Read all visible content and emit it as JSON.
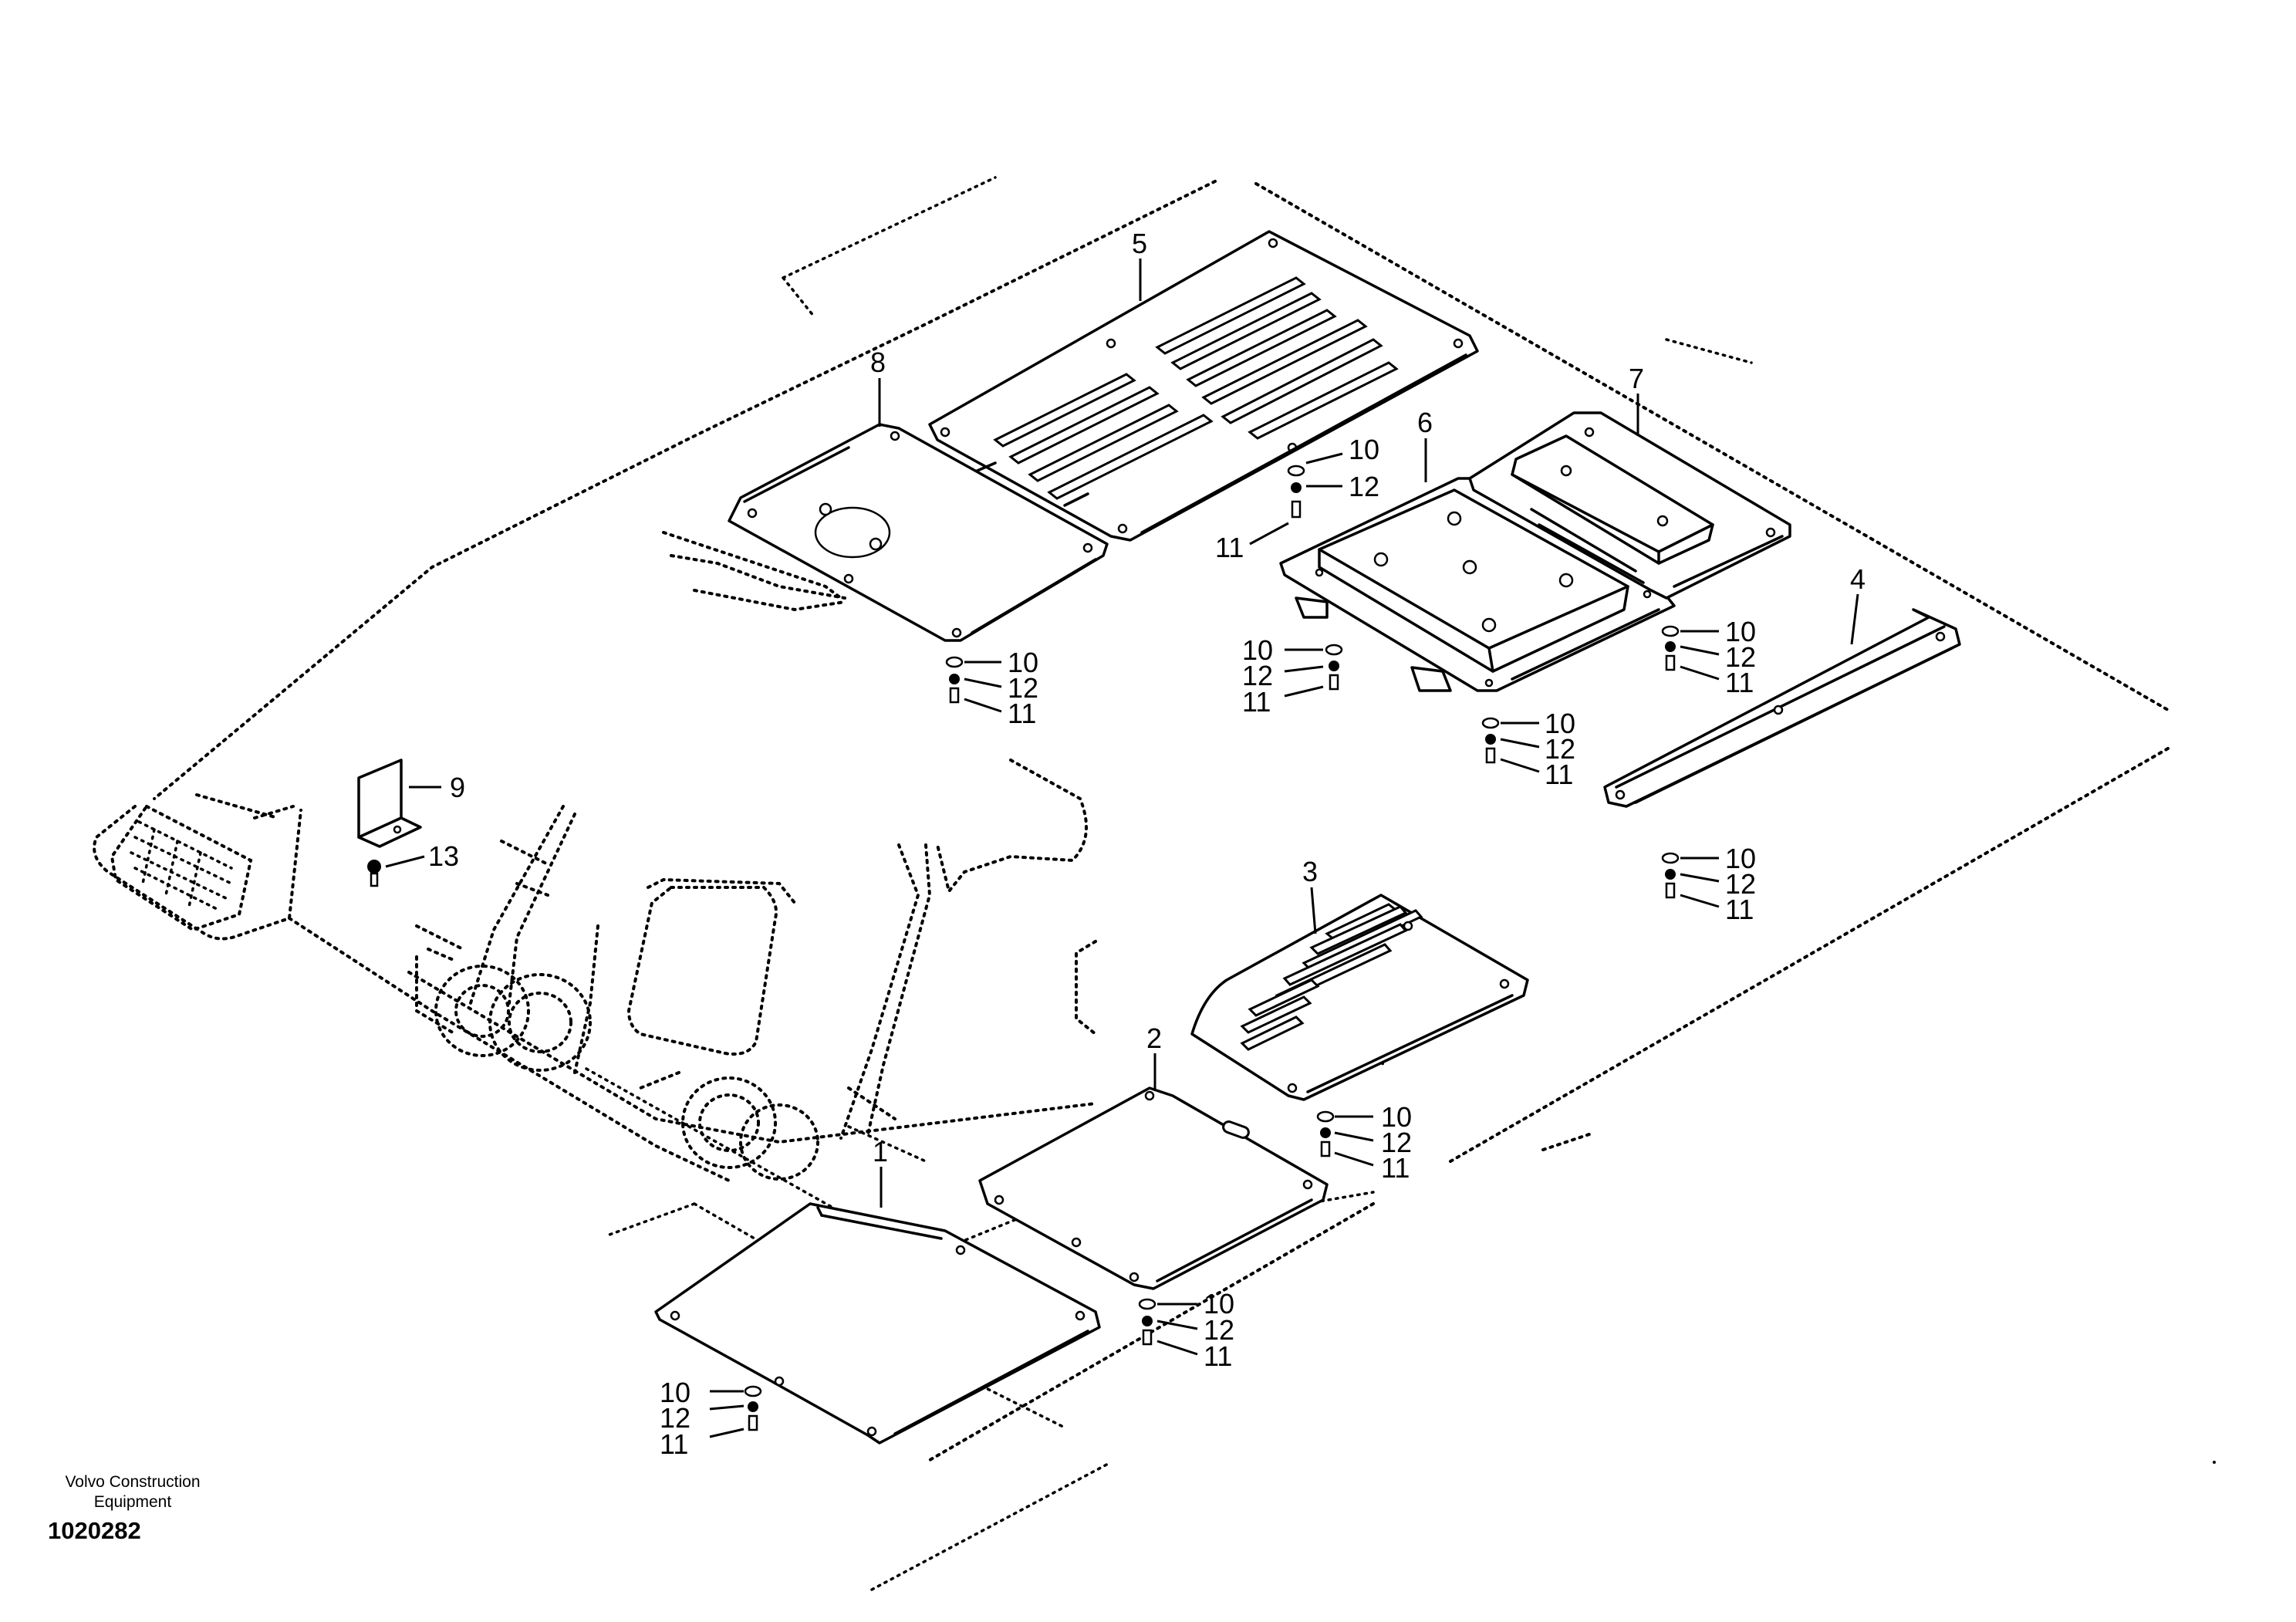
{
  "brand": {
    "line1": "Volvo Construction",
    "line2": "Equipment"
  },
  "drawing_number": "1020282",
  "callouts": {
    "p1": "1",
    "p2": "2",
    "p3": "3",
    "p4": "4",
    "p5": "5",
    "p6": "6",
    "p7": "7",
    "p8": "8",
    "p9": "9",
    "washer": "10",
    "bolt": "11",
    "spring_washer": "12",
    "screw": "13"
  }
}
